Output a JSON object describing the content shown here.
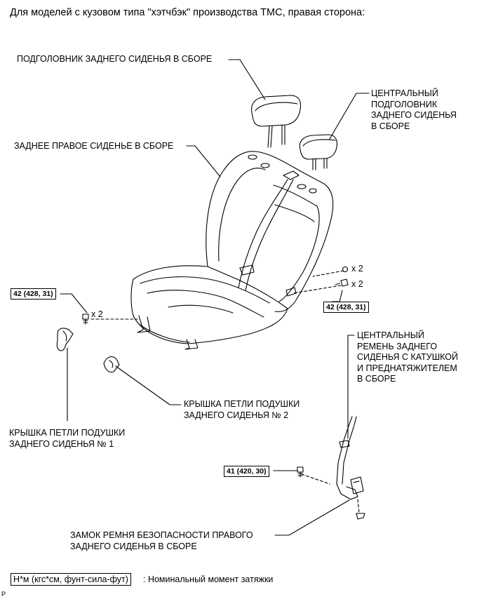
{
  "header": "Для моделей с кузовом типа \"хэтчбэк\" производства TMC, правая сторона:",
  "callouts": {
    "headrest": "ПОДГОЛОВНИК ЗАДНЕГО СИДЕНЬЯ В СБОРЕ",
    "center_headrest": "ЦЕНТРАЛЬНЫЙ\nПОДГОЛОВНИК\nЗАДНЕГО СИДЕНЬЯ\nВ СБОРЕ",
    "seat": "ЗАДНЕЕ ПРАВОЕ СИДЕНЬЕ В СБОРЕ",
    "center_belt": "ЦЕНТРАЛЬНЫЙ\nРЕМЕНЬ ЗАДНЕГО\nСИДЕНЬЯ С КАТУШКОЙ\nИ ПРЕДНАТЯЖИТЕЛЕМ\nВ СБОРЕ",
    "hinge_cover_2": "КРЫШКА ПЕТЛИ ПОДУШКИ\nЗАДНЕГО СИДЕНЬЯ № 2",
    "hinge_cover_1": "КРЫШКА ПЕТЛИ ПОДУШКИ\nЗАДНЕГО СИДЕНЬЯ № 1",
    "buckle": "ЗАМОК РЕМНЯ БЕЗОПАСНОСТИ ПРАВОГО\nЗАДНЕГО СИДЕНЬЯ В СБОРЕ"
  },
  "torque": {
    "left_bolt": "42 (428, 31)",
    "right_bolt": "42 (428, 31)",
    "belt_bolt": "41 (420, 30)"
  },
  "quantities": {
    "left": "x 2",
    "right_upper": "x 2",
    "right_lower": "x 2"
  },
  "legend": {
    "box": "Н*м (кгс*см, фунт-сила-фут)",
    "text": ": Номинальный момент затяжки"
  },
  "figure_code": "P"
}
